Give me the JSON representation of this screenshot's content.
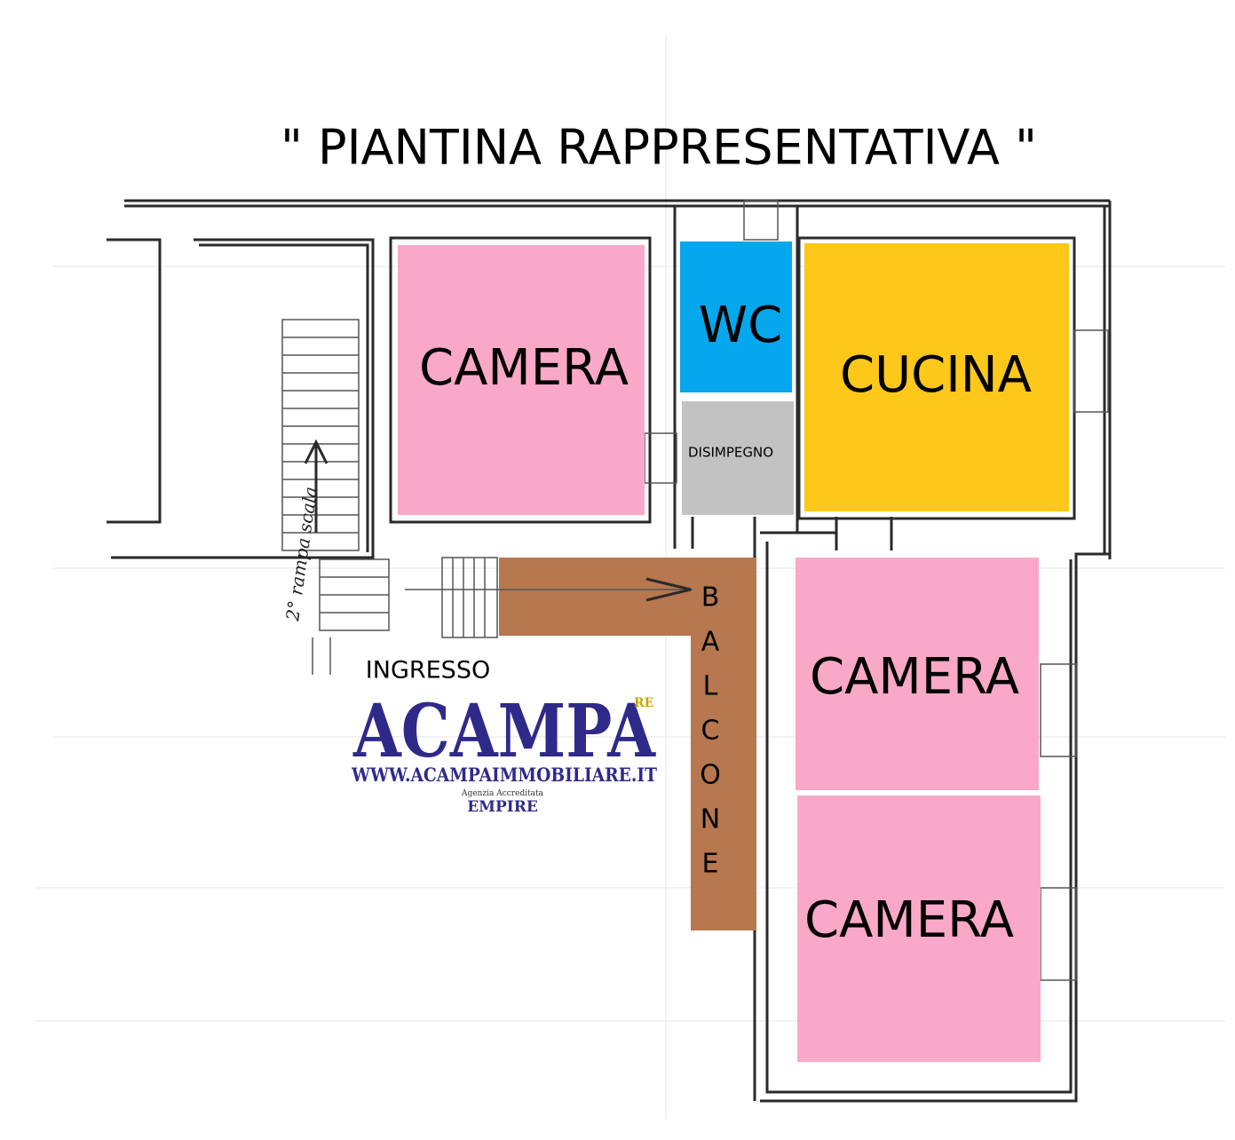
{
  "title": "\" PIANTINA RAPPRESENTATIVA \"",
  "rooms": {
    "camera_top_left": "CAMERA",
    "wc": "WC",
    "cucina": "CUCINA",
    "disimpegno": "DISIMPEGNO",
    "camera_mid_right": "CAMERA",
    "camera_bottom_right": "CAMERA"
  },
  "balcone_letters": [
    "B",
    "A",
    "L",
    "C",
    "O",
    "N",
    "E"
  ],
  "ingresso": "INGRESSO",
  "stair_note": "2° rampa scala",
  "logo": {
    "brand": "ACAMPA",
    "badge": "RE",
    "website": "WWW.ACAMPAIMMOBILIARE.IT",
    "tagline": "Agenzia Accreditata",
    "network": "EMPIRE"
  },
  "colors": {
    "camera": "#f9a8c8",
    "wc": "#06a7ed",
    "cucina": "#fdc81a",
    "disimpegno": "#c2c2c2",
    "balcone": "#b7774f",
    "wall": "#2a2a2a",
    "logo_blue": "#2f2a8a"
  }
}
